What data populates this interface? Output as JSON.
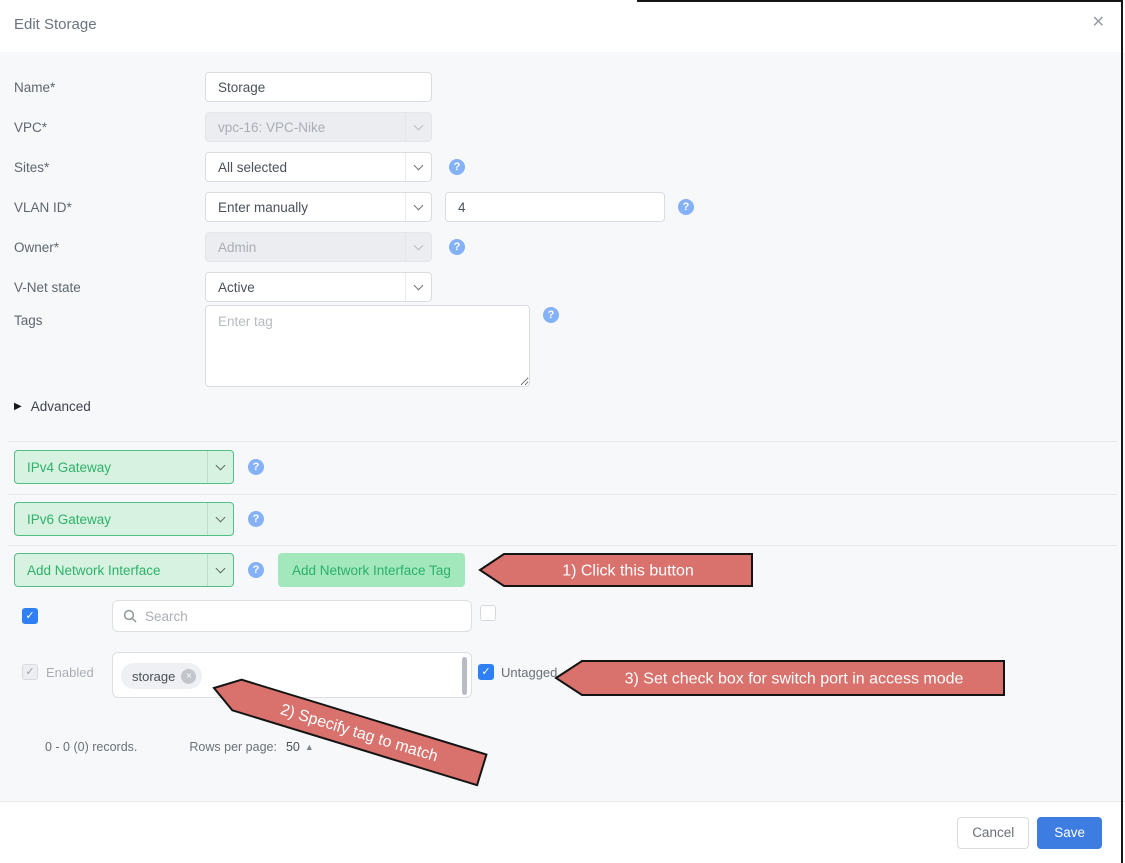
{
  "modal": {
    "title": "Edit Storage"
  },
  "icons": {
    "close": "✕",
    "help": "?",
    "check": "✓",
    "chip_remove": "×",
    "advanced_caret": "▶",
    "rows_sort": "▲"
  },
  "form": {
    "name": {
      "label": "Name*",
      "value": "Storage"
    },
    "vpc": {
      "label": "VPC*",
      "value": "vpc-16: VPC-Nike"
    },
    "sites": {
      "label": "Sites*",
      "value": "All selected"
    },
    "vlan": {
      "label": "VLAN ID*",
      "select_value": "Enter manually",
      "input_value": "4"
    },
    "owner": {
      "label": "Owner*",
      "value": "Admin"
    },
    "vnet_state": {
      "label": "V-Net state",
      "value": "Active"
    },
    "tags": {
      "label": "Tags",
      "placeholder": "Enter tag"
    },
    "advanced_label": "Advanced"
  },
  "gateways": {
    "ipv4_label": "IPv4 Gateway",
    "ipv6_label": "IPv6 Gateway",
    "add_interface_label": "Add Network Interface",
    "add_interface_tag_button": "Add Network Interface Tag"
  },
  "table": {
    "search_placeholder": "Search",
    "enabled_label": "Enabled",
    "tag_chip": "storage",
    "untagged_label": "Untagged",
    "records_text": "0 - 0 (0) records.",
    "rows_per_page_label": "Rows per page:",
    "rows_per_page_value": "50"
  },
  "annotations": {
    "step1": "1) Click this button",
    "step2": "2) Specify tag to match",
    "step3": "3) Set check box for switch port in access mode"
  },
  "footer": {
    "cancel": "Cancel",
    "save": "Save"
  },
  "colors": {
    "body_bg": "#f7f8fa",
    "accent_blue": "#2f80f5",
    "save_blue": "#3d7ce0",
    "green_text": "#2eb269",
    "green_bg": "#d7f2e1",
    "green_button_bg": "#a3e7bd",
    "annotation_red": "#d9716c",
    "help_blue": "#84b1f7"
  }
}
